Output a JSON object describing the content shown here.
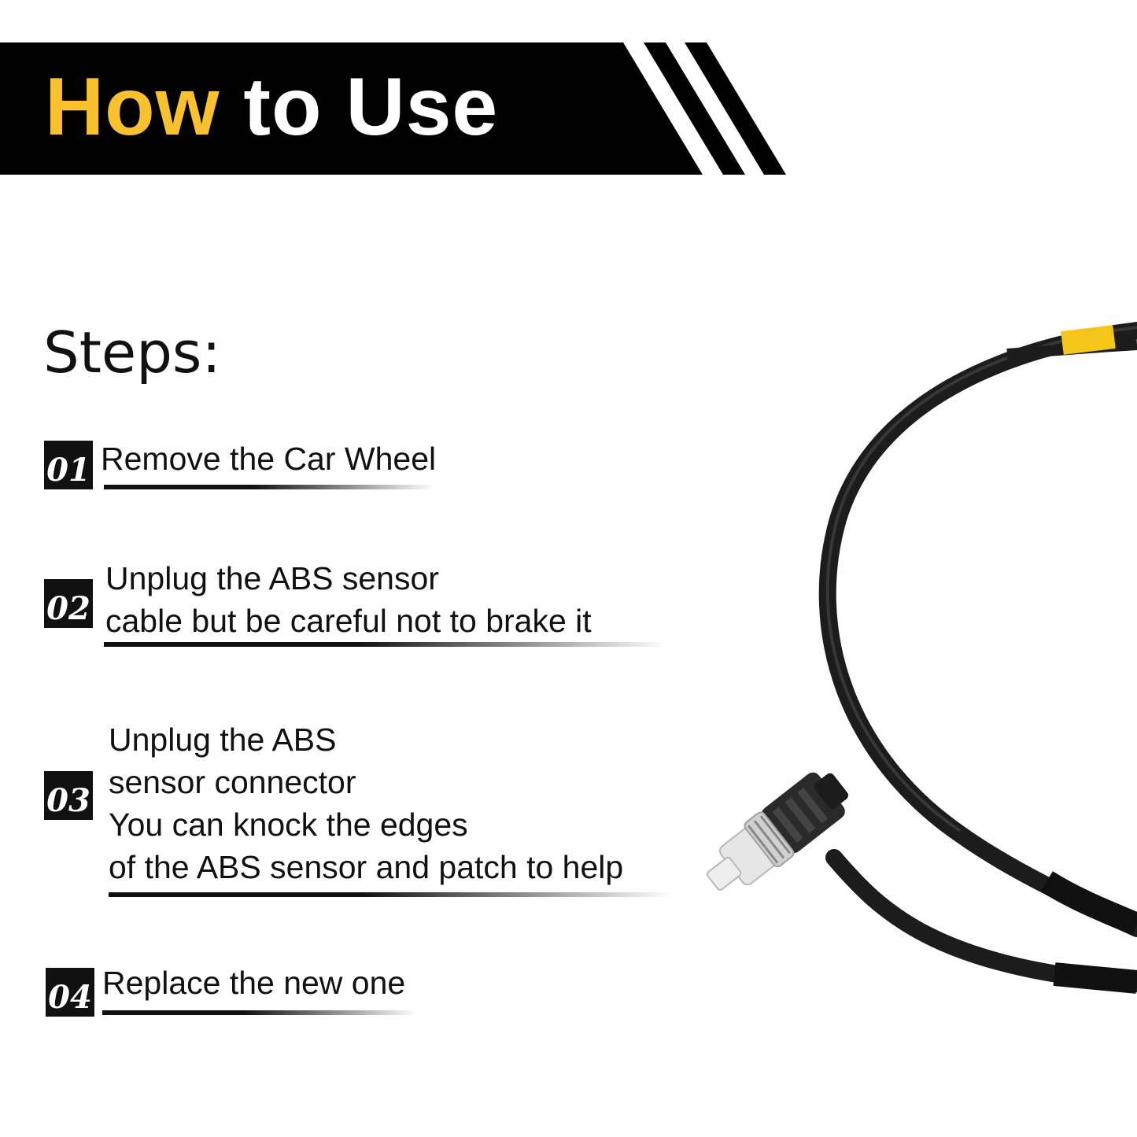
{
  "header": {
    "title_accent": "How",
    "title_rest": " to Use",
    "accent_color": "#f8c12d",
    "banner_color": "#000000"
  },
  "steps_heading": "Steps:",
  "steps": [
    {
      "number": "01",
      "lines": [
        "Remove the Car Wheel"
      ]
    },
    {
      "number": "02",
      "lines": [
        "Unplug the ABS sensor",
        "cable but be careful not to brake it"
      ]
    },
    {
      "number": "03",
      "lines": [
        "Unplug the ABS",
        "sensor connector",
        "You can knock the edges",
        "of the ABS sensor and patch to help"
      ]
    },
    {
      "number": "04",
      "lines": [
        "Replace the new one"
      ]
    }
  ],
  "product_image": {
    "icon": "abs-sensor-cable-icon",
    "band_color": "#f5c518"
  }
}
